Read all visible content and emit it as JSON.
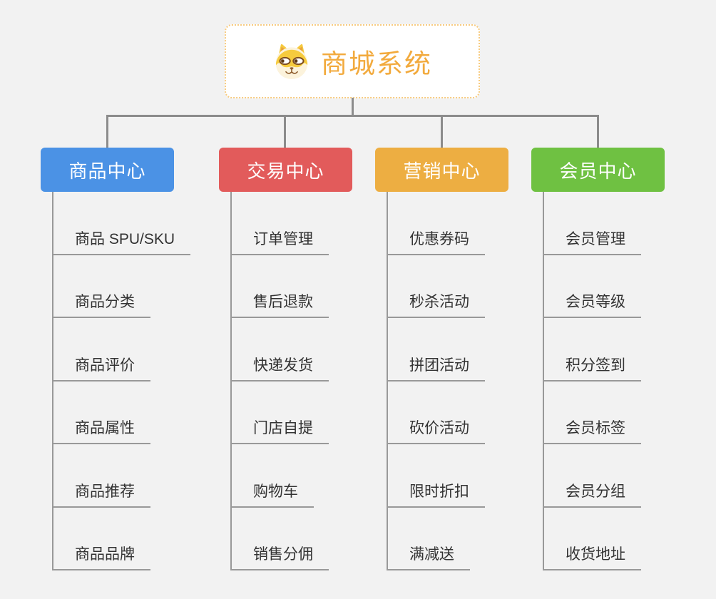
{
  "root": {
    "title": "商城系统",
    "icon": "dog-face-icon"
  },
  "columns": [
    {
      "id": "product",
      "label": "商品中心",
      "items": [
        "商品 SPU/SKU",
        "商品分类",
        "商品评价",
        "商品属性",
        "商品推荐",
        "商品品牌"
      ]
    },
    {
      "id": "trade",
      "label": "交易中心",
      "items": [
        "订单管理",
        "售后退款",
        "快递发货",
        "门店自提",
        "购物车",
        "销售分佣"
      ]
    },
    {
      "id": "marketing",
      "label": "营销中心",
      "items": [
        "优惠券码",
        "秒杀活动",
        "拼团活动",
        "砍价活动",
        "限时折扣",
        "满减送"
      ]
    },
    {
      "id": "member",
      "label": "会员中心",
      "items": [
        "会员管理",
        "会员等级",
        "积分签到",
        "会员标签",
        "会员分组",
        "收货地址"
      ]
    }
  ],
  "colors": {
    "page-bg": "#F2F2F2",
    "root-bg": "#FFFFFF",
    "root-text": "#F2AA3D",
    "root-border": "#F7CB80",
    "connector": "#8C8C8C",
    "line": "#999999",
    "item-text": "#333333",
    "node-text": "#FFFFFF",
    "branch-product": "#4B92E5",
    "branch-trade": "#E25B5B",
    "branch-marketing": "#EDAE42",
    "branch-member": "#6FC142"
  }
}
